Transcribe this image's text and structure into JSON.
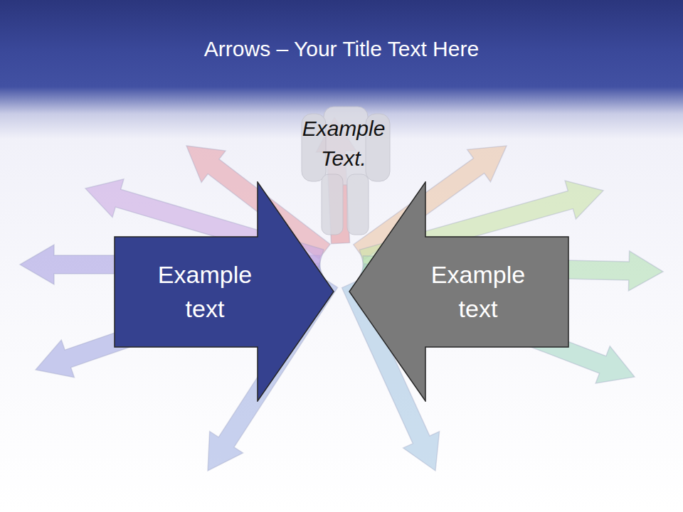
{
  "diagram": {
    "title": "Arrows – Your Title Text Here",
    "nodes": [
      {
        "text": [
          "Example text"
        ]
      },
      {
        "text": [
          "Example text"
        ]
      }
    ],
    "labels": [
      "Example Text."
    ]
  }
}
